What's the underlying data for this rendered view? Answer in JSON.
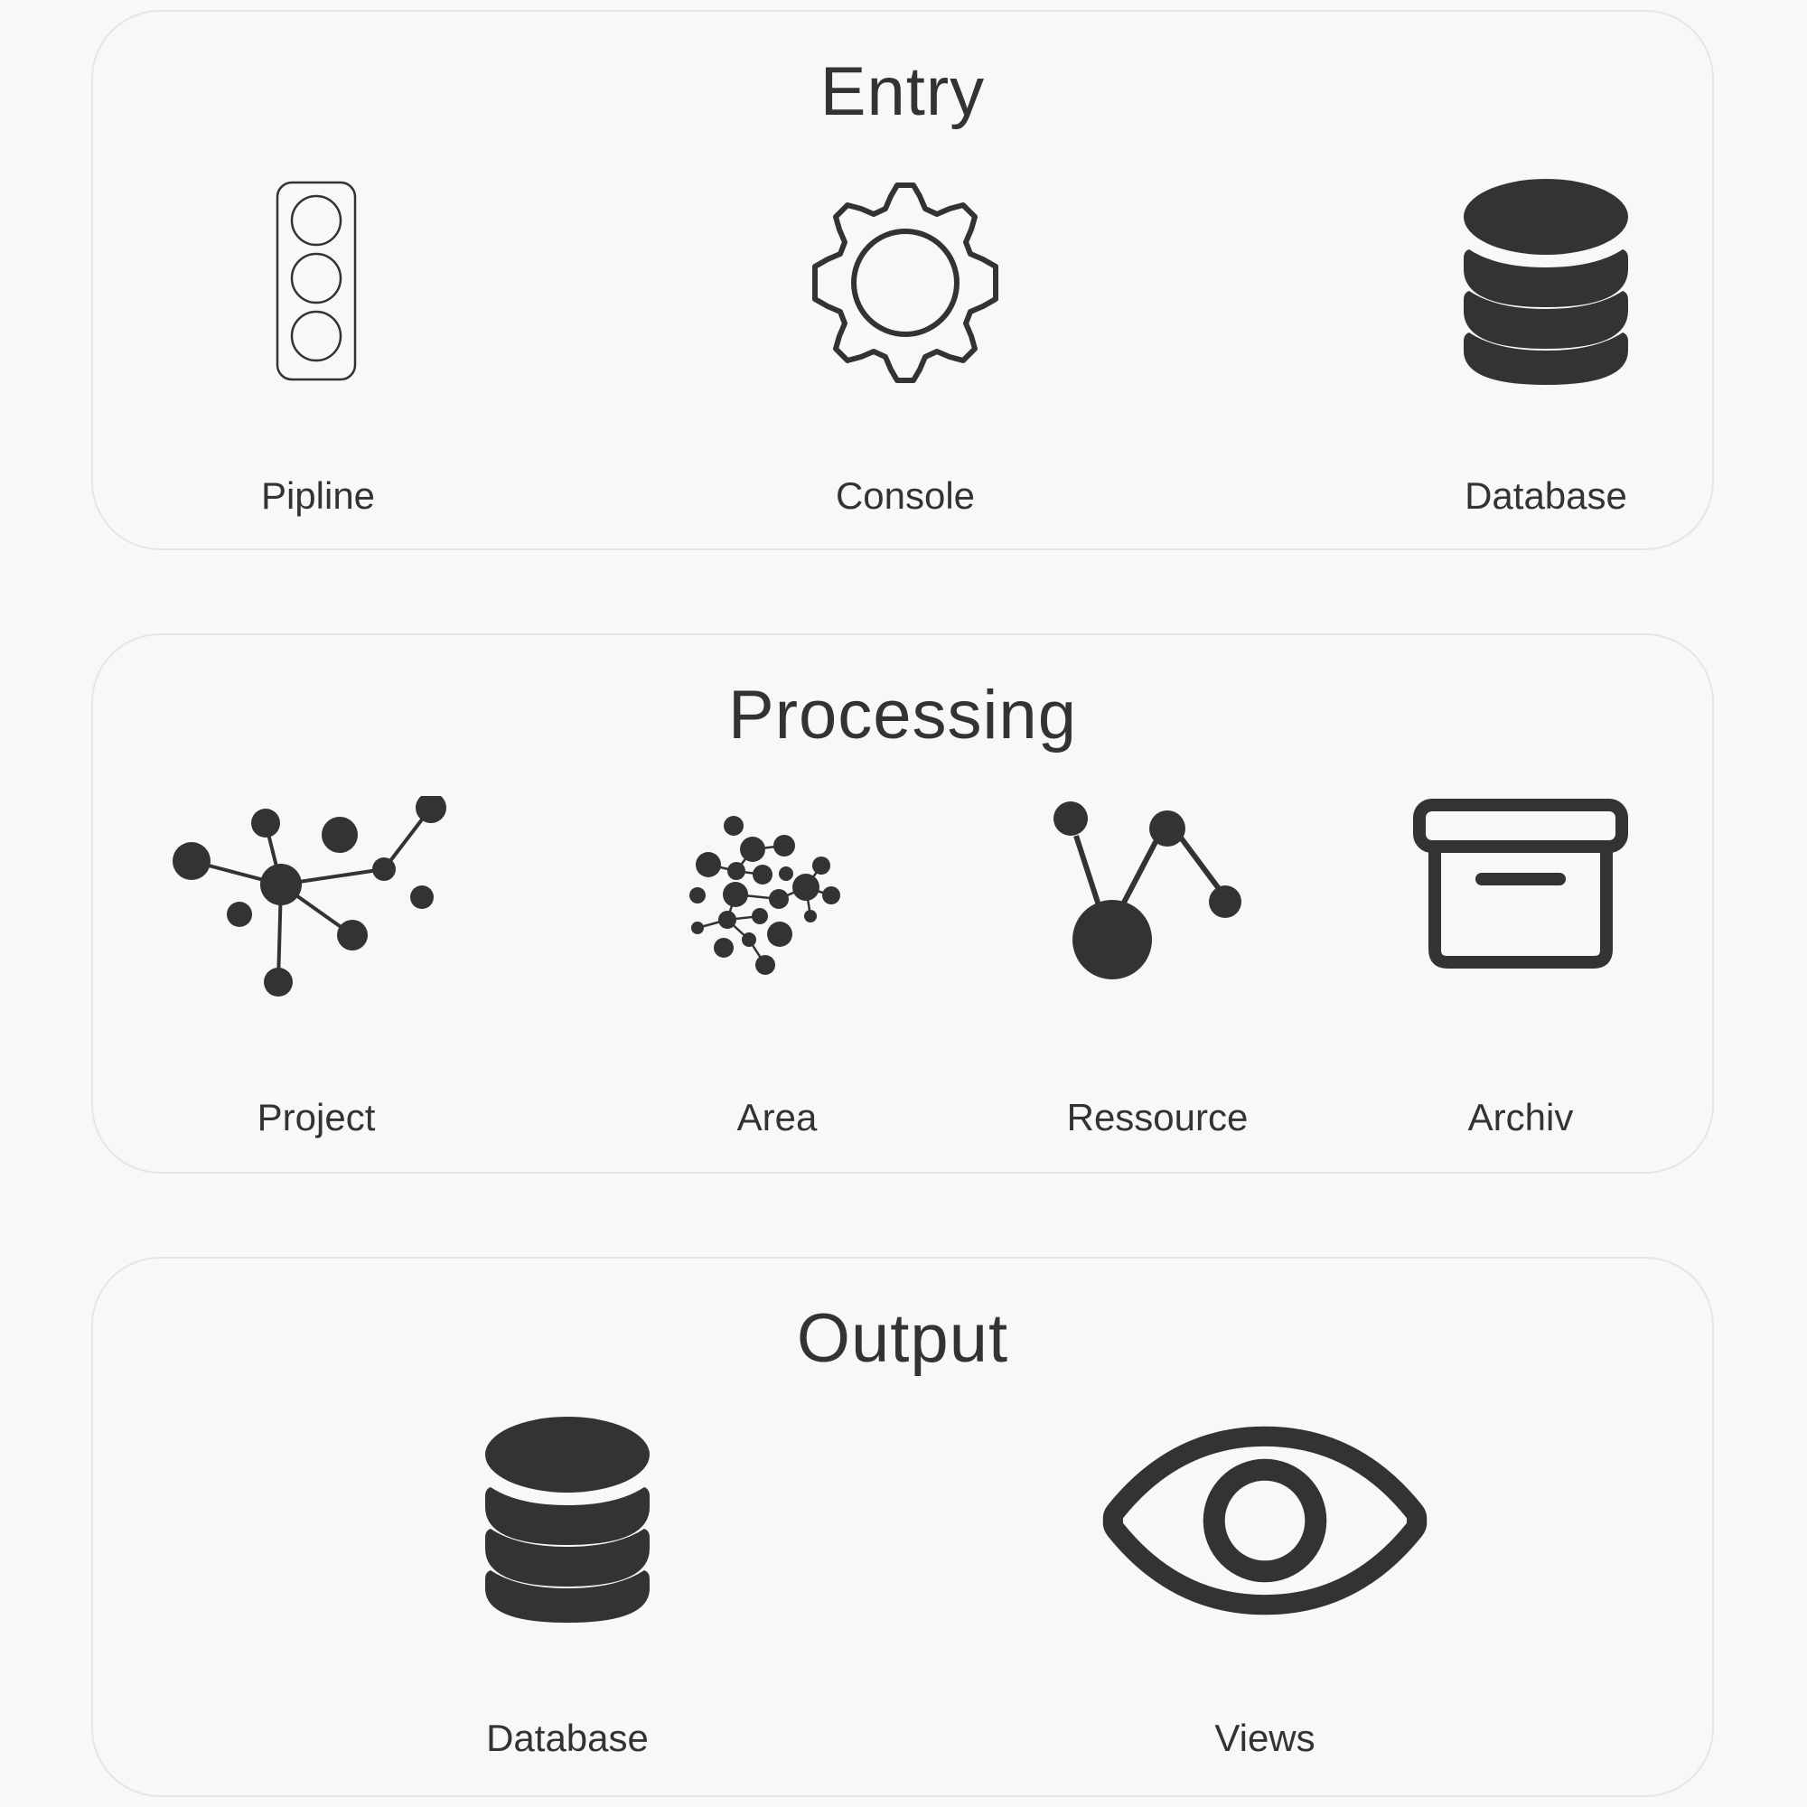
{
  "colors": {
    "background": "#f7f8fa",
    "panel_border": "#e3e5e8",
    "ink": "#333333"
  },
  "sections": {
    "entry": {
      "title": "Entry",
      "items": [
        {
          "label": "Pipline",
          "icon": "traffic-light-icon"
        },
        {
          "label": "Console",
          "icon": "gear-icon"
        },
        {
          "label": "Database",
          "icon": "database-icon"
        }
      ]
    },
    "processing": {
      "title": "Processing",
      "items": [
        {
          "label": "Project",
          "icon": "network-graph-icon"
        },
        {
          "label": "Area",
          "icon": "constellation-icon"
        },
        {
          "label": "Ressource",
          "icon": "connected-nodes-icon"
        },
        {
          "label": "Archiv",
          "icon": "archive-box-icon"
        }
      ]
    },
    "output": {
      "title": "Output",
      "items": [
        {
          "label": "Database",
          "icon": "database-icon"
        },
        {
          "label": "Views",
          "icon": "eye-icon"
        }
      ]
    }
  }
}
